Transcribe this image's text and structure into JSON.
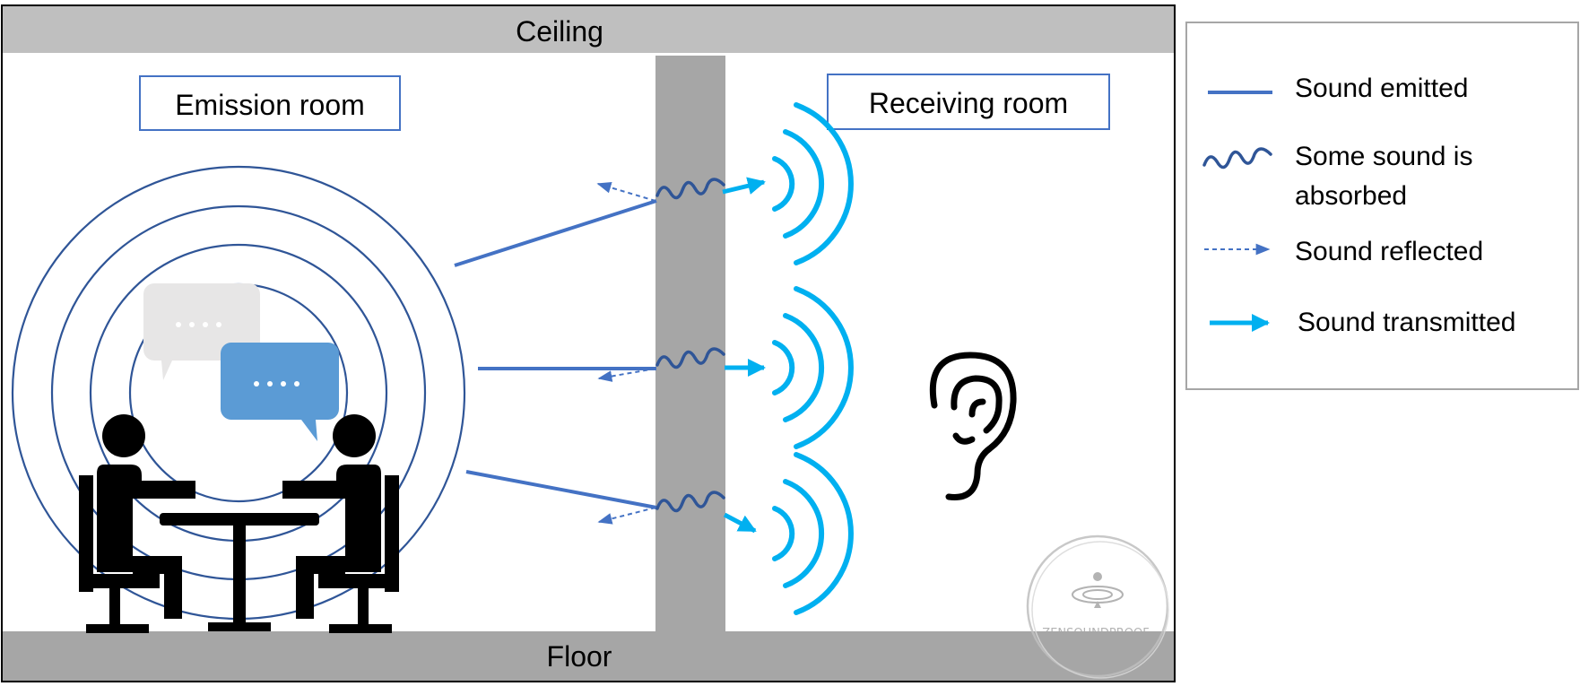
{
  "building": {
    "ceiling_label": "Ceiling",
    "floor_label": "Floor"
  },
  "rooms": {
    "emission_label": "Emission room",
    "receiving_label": "Receiving room"
  },
  "legend": {
    "items": [
      {
        "icon": "solid-line-icon",
        "label_lines": [
          "Sound emitted"
        ]
      },
      {
        "icon": "wavy-line-icon",
        "label_lines": [
          "Some sound is",
          "absorbed"
        ]
      },
      {
        "icon": "dashed-arrow-icon",
        "label_lines": [
          "Sound reflected"
        ]
      },
      {
        "icon": "solid-arrow-icon",
        "label_lines": [
          "Sound transmitted"
        ]
      }
    ]
  },
  "watermark": {
    "text": "ZENSOUNDPROOF"
  },
  "icons": {
    "people": "people-at-table-icon",
    "speech": "speech-bubble-icon",
    "ear": "ear-icon",
    "sound_waves": "sound-waves-icon",
    "logo": "zensoundproof-logo-icon"
  },
  "colors": {
    "structure": "#a6a6a6",
    "ceiling": "#bfbfbf",
    "emitted": "#4472c4",
    "absorbed": "#2f5597",
    "transmitted": "#00b0f0",
    "rings": "#2f5597",
    "bubble_grey": "#e7e6e6",
    "bubble_blue": "#5b9bd5"
  }
}
